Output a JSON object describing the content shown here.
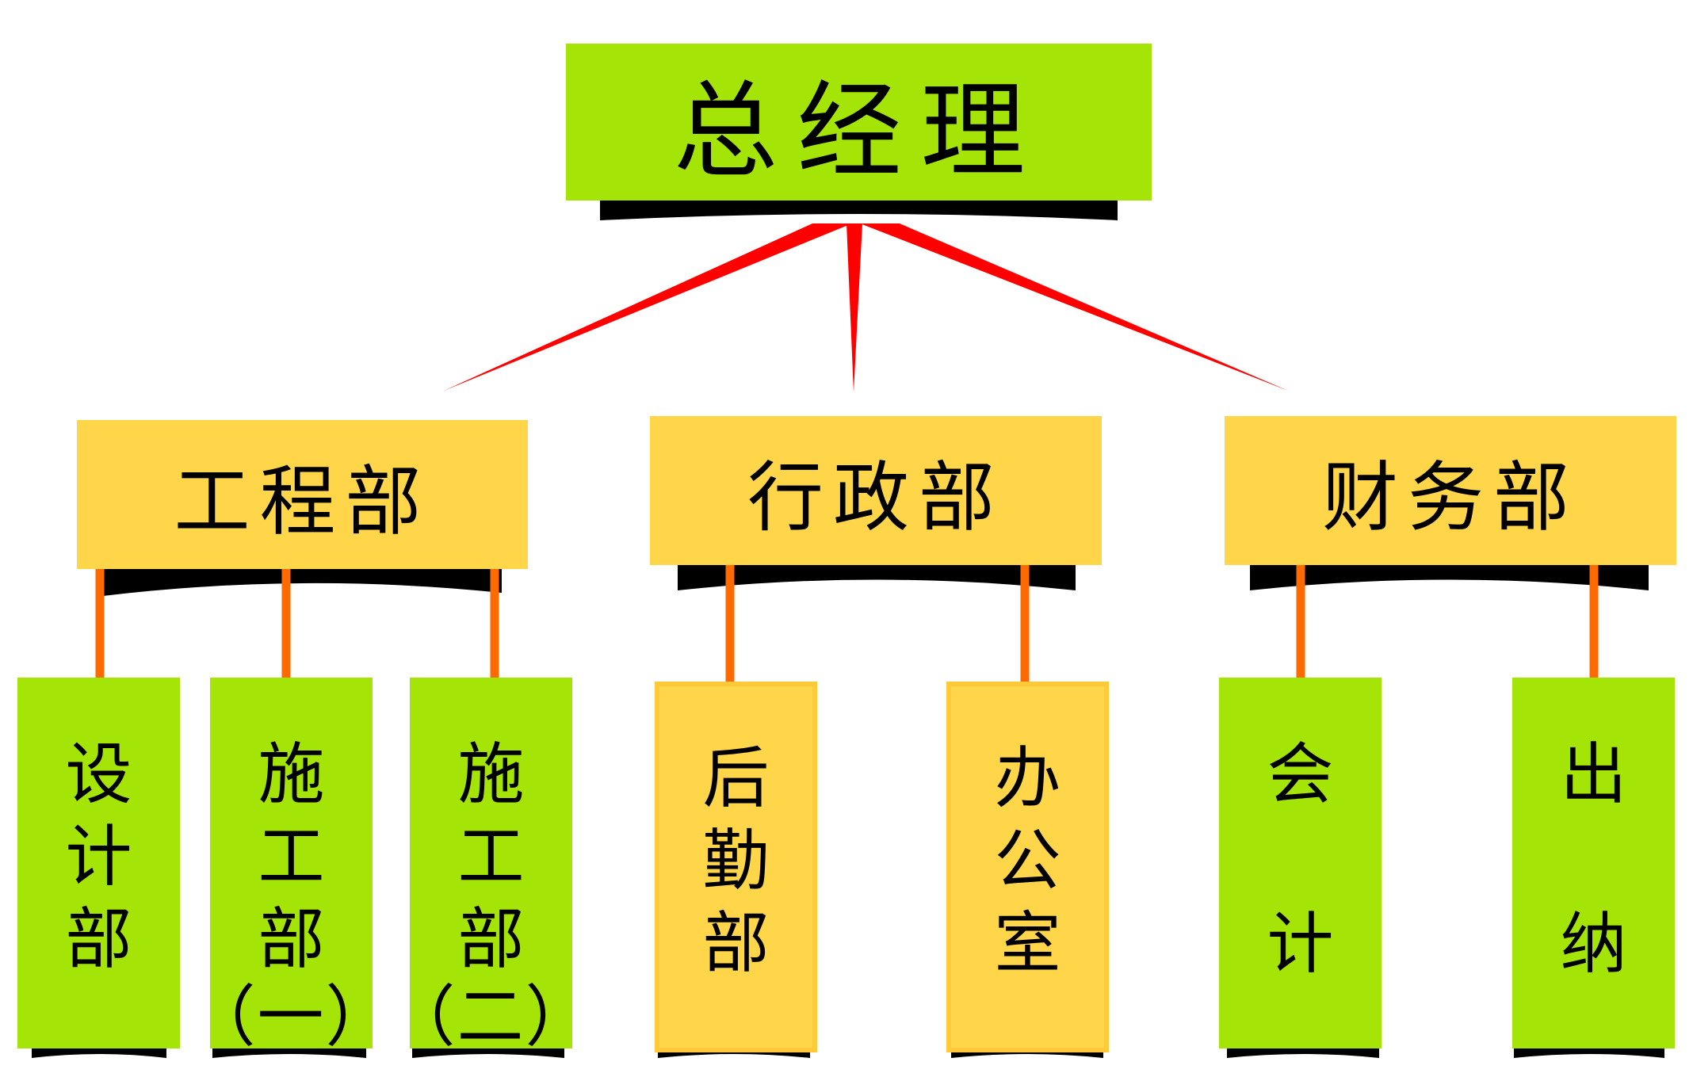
{
  "top": {
    "label": "总经理"
  },
  "departments": [
    {
      "label": "工程部"
    },
    {
      "label": "行政部"
    },
    {
      "label": "财务部"
    }
  ],
  "units": [
    {
      "chars": [
        "设",
        "计",
        "部"
      ],
      "sub": ""
    },
    {
      "chars": [
        "施",
        "工",
        "部"
      ],
      "sub": "（一）"
    },
    {
      "chars": [
        "施",
        "工",
        "部"
      ],
      "sub": "（二）"
    },
    {
      "chars": [
        "后",
        "勤",
        "部"
      ],
      "sub": ""
    },
    {
      "chars": [
        "办",
        "公",
        "室"
      ],
      "sub": ""
    },
    {
      "chars": [
        "会",
        "计"
      ],
      "sub": ""
    },
    {
      "chars": [
        "出",
        "纳"
      ],
      "sub": ""
    }
  ],
  "colors": {
    "green": "#a4e406",
    "yellow": "#ffd54a",
    "red_connector": "#ff0000",
    "orange_connector": "#ff6a00",
    "shadow": "#000000"
  }
}
